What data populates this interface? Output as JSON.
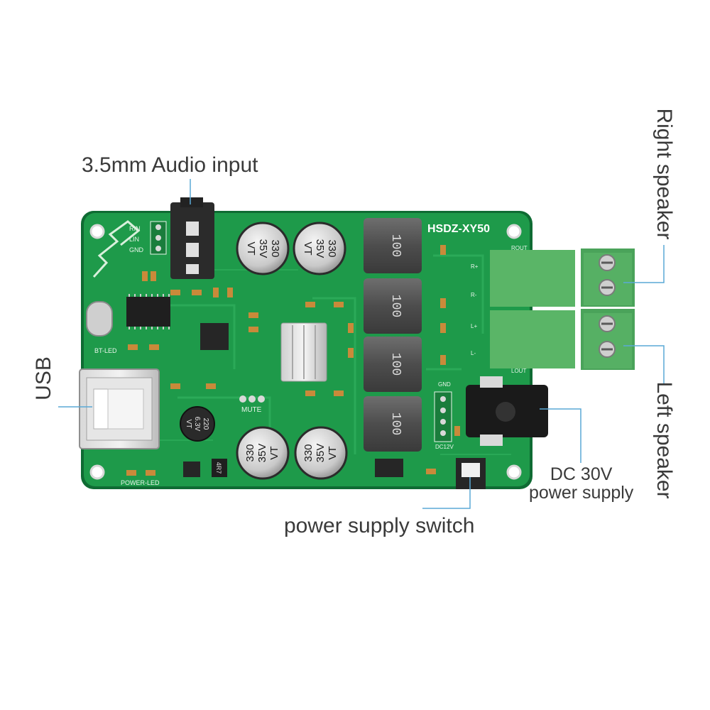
{
  "labels": {
    "audio_input": "3.5mm Audio input",
    "usb": "USB",
    "right_speaker": "Right speaker",
    "left_speaker": "Left speaker",
    "dc_line1": "DC 30V",
    "dc_line2": "power supply",
    "switch": "power supply switch"
  },
  "board": {
    "model": "HSDZ-XY50",
    "audio_pins": [
      "RIN",
      "LIN",
      "GND"
    ],
    "bt_led": "BT-LED",
    "power_led": "POWER-LED",
    "mute": "MUTE",
    "rout": "ROUT",
    "lout": "LOUT",
    "gnd": "GND",
    "dc12v": "DC12V",
    "r_plus": "R+",
    "r_minus": "R-",
    "l_plus": "L+",
    "l_minus": "L-",
    "inductor_value": "100",
    "cap_value": "330",
    "cap_voltage": "35V",
    "cap_series": "VT",
    "small_cap_value": "220",
    "small_cap_voltage": "6.3V",
    "small_cap_series": "VT",
    "resistor_code": "4R7"
  },
  "colors": {
    "pcb": "#1e9a4a",
    "terminal": "#5ab567",
    "label": "#3a3a3a",
    "leader": "#5aa9d6"
  }
}
